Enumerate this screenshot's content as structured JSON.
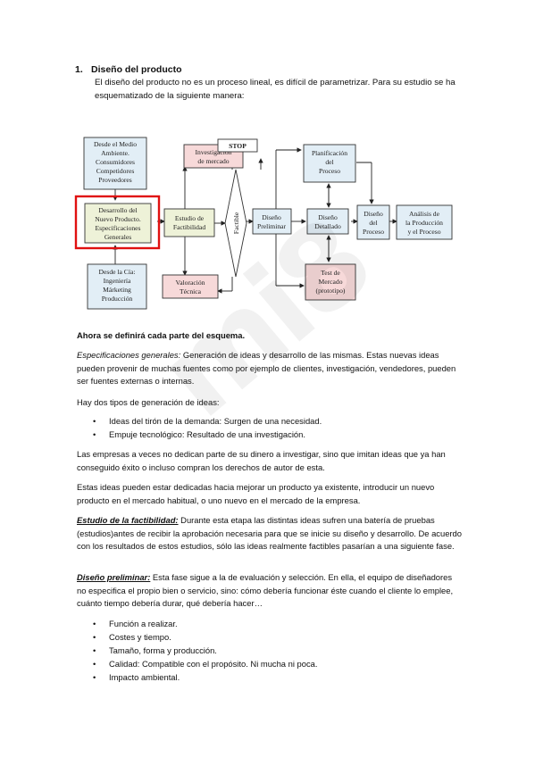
{
  "section": {
    "number": "1.",
    "title": "Diseño del producto",
    "intro": "El diseño del producto no es un proceso lineal, es difícil de parametrizar. Para su estudio se ha esquematizado de la siguiente manera:"
  },
  "diagram": {
    "boxes": {
      "medio": [
        "Desde el Medio",
        "Ambiente.",
        "Consumidores",
        "Competidores",
        "Proveedores"
      ],
      "desarrollo": [
        "Desarrollo del",
        "Nuevo Producto.",
        "Especificaciones",
        "Generales"
      ],
      "cia": [
        "Desde la Cía:",
        "Ingeniería",
        "Márketing",
        "Producción"
      ],
      "investigacion": [
        "Investigación",
        "de mercado"
      ],
      "estudio": [
        "Estudio de",
        "Factibilidad"
      ],
      "valoracion": [
        "Valoración",
        "Técnica"
      ],
      "stop": "STOP",
      "factible": "Factible",
      "preliminar": [
        "Diseño",
        "Preliminar"
      ],
      "planificacion": [
        "Planificación",
        "del",
        "Proceso"
      ],
      "detallado": [
        "Diseño",
        "Detallado"
      ],
      "test": [
        "Test de",
        "Mercado",
        "(prototipo)"
      ],
      "proceso": [
        "Diseño",
        "del",
        "Proceso"
      ],
      "analisis": [
        "Análisis de",
        "la Producción",
        "y el Proceso"
      ]
    },
    "colors": {
      "yellow": "#eef2d8",
      "blue": "#e2eef6",
      "pink": "#f7d9d9",
      "highlight": "#e01010"
    }
  },
  "watermark": "mi8",
  "content": {
    "esquema_heading": "Ahora se definirá cada parte del esquema.",
    "espec_label": "Especificaciones generales:",
    "espec_text": " Generación de ideas y desarrollo de las mismas. Estas nuevas ideas pueden provenir de muchas fuentes como por ejemplo de clientes, investigación, vendedores, pueden ser fuentes externas o internas.",
    "tipos_intro": "Hay dos tipos de generación de ideas:",
    "tipos": [
      "Ideas del tirón de la demanda: Surgen de una necesidad.",
      "Empuje tecnológico: Resultado de una investigación."
    ],
    "empresas": "Las empresas a veces no dedican parte de su dinero a investigar, sino que imitan ideas que ya han conseguido éxito o incluso compran los derechos de autor de esta.",
    "estas_ideas": "Estas ideas pueden estar dedicadas hacia mejorar un producto ya existente, introducir un nuevo producto en el mercado habitual, o uno nuevo en el mercado de la empresa.",
    "estudio_label": "Estudio de la factibilidad:",
    "estudio_text": " Durante esta etapa las distintas ideas sufren una batería de pruebas (estudios)antes de recibir la aprobación necesaria para que se inicie su diseño y desarrollo.  De acuerdo con los resultados de estos estudios, sólo las ideas realmente factibles pasarían a una siguiente fase.",
    "preliminar_label": "Diseño preliminar:",
    "preliminar_text": " Esta fase sigue a la de evaluación y selección. En ella, el equipo de diseñadores no especifica el propio bien o servicio, sino: cómo debería funcionar éste cuando el cliente lo emplee, cuánto tiempo debería durar, qué debería hacer…",
    "preliminar_items": [
      "Función a realizar.",
      "Costes y tiempo.",
      "Tamaño, forma y producción.",
      "Calidad: Compatible con el propósito. Ni mucha ni poca.",
      "Impacto ambiental."
    ]
  }
}
